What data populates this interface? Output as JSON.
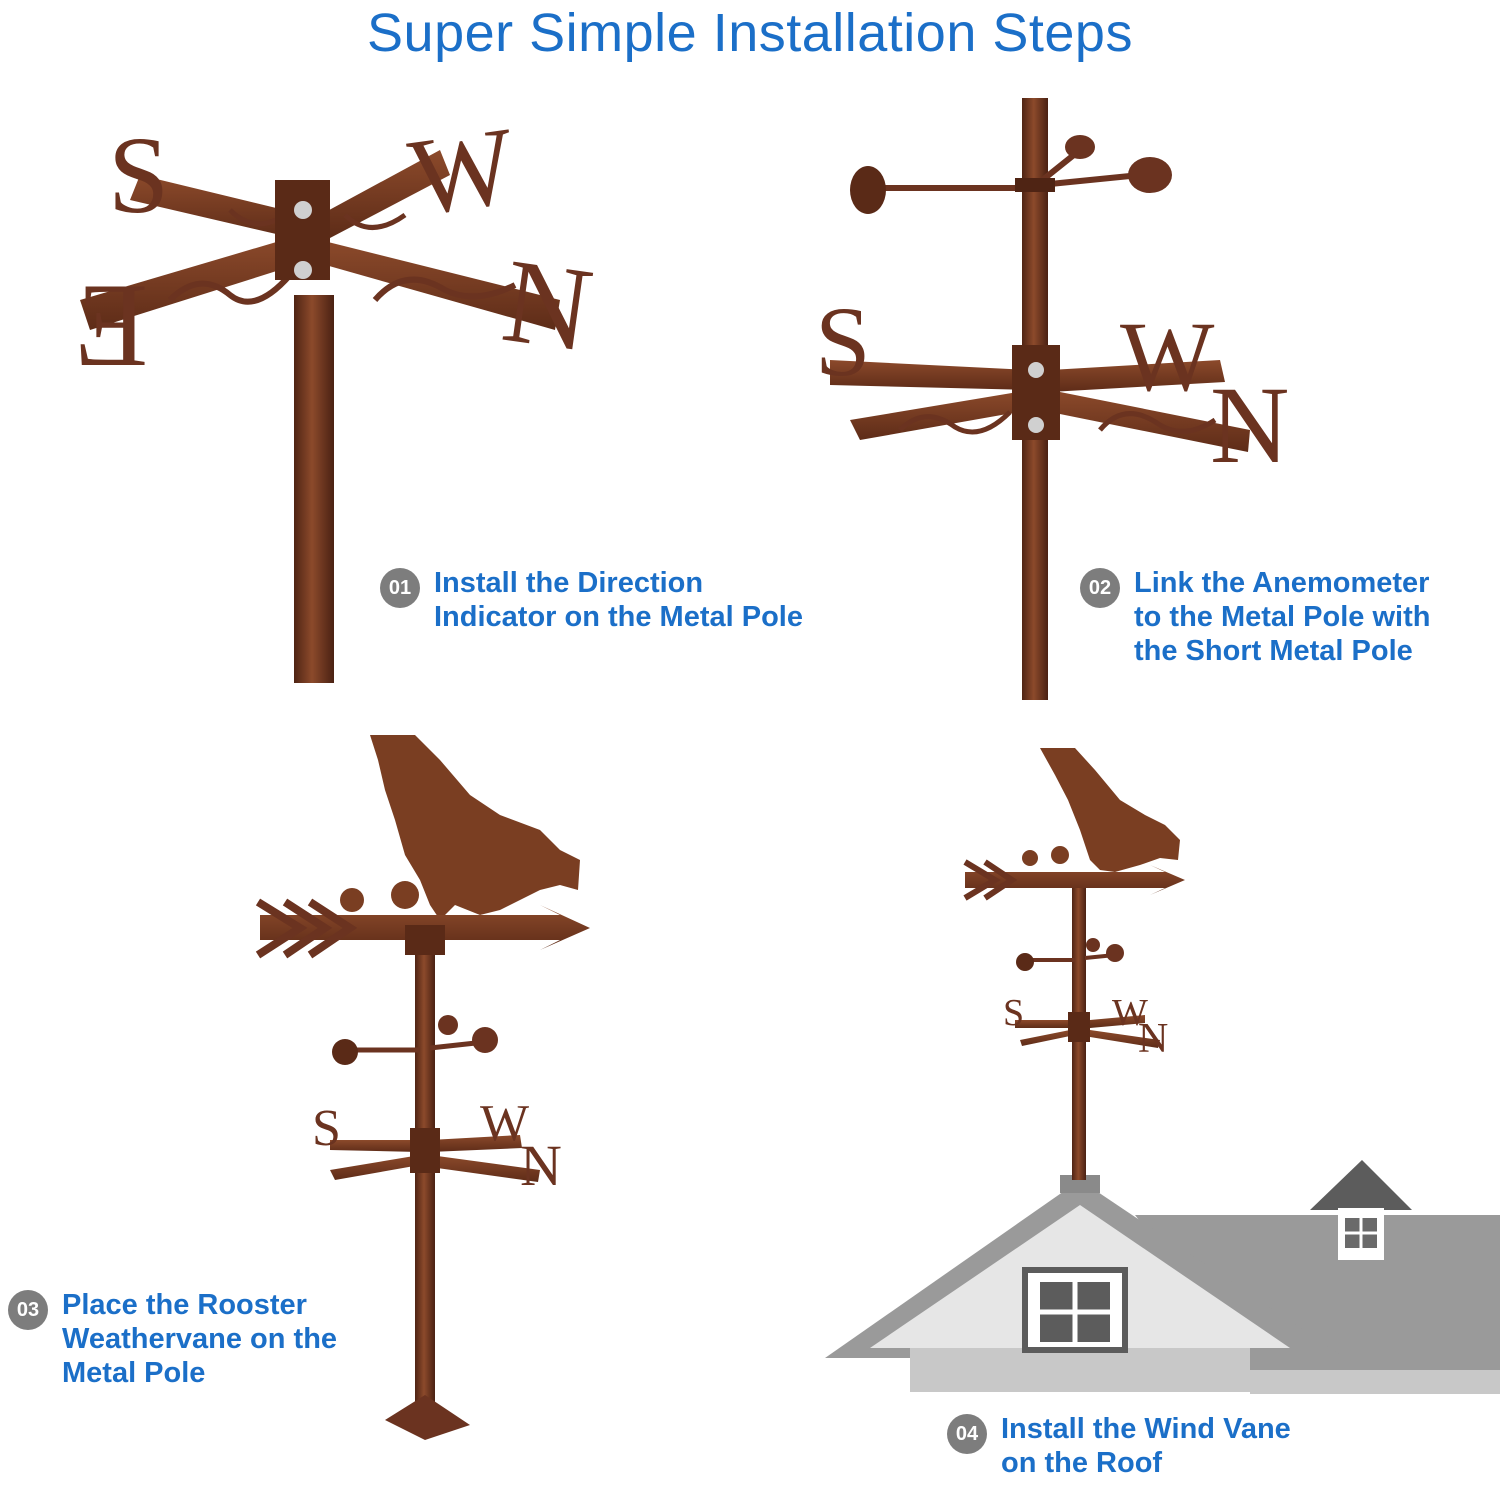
{
  "title": "Super Simple Installation Steps",
  "steps": [
    {
      "number": "01",
      "lines": [
        "Install the Direction",
        "Indicator on the Metal Pole"
      ]
    },
    {
      "number": "02",
      "lines": [
        "Link the Anemometer",
        "to the Metal Pole with",
        "the Short Metal Pole"
      ]
    },
    {
      "number": "03",
      "lines": [
        "Place the Rooster",
        "Weathervane on the",
        "Metal Pole"
      ]
    },
    {
      "number": "04",
      "lines": [
        "Install the Wind Vane",
        "on the Roof"
      ]
    }
  ],
  "compass_letters": {
    "south": "S",
    "west": "W",
    "north": "N",
    "east": "E"
  },
  "colors": {
    "title": "#1b6fc8",
    "text": "#1b6fc8",
    "badge": "#7d7d7d",
    "metal": "#7a3e22",
    "metal_dark": "#4f2414",
    "roof": "#9a9a9a"
  }
}
